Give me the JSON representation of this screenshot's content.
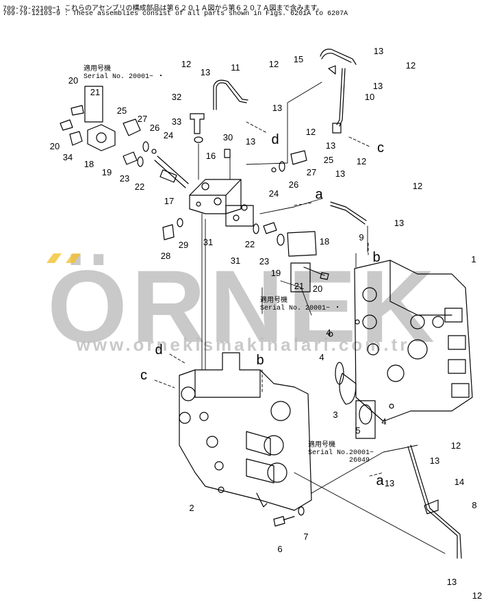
{
  "header": {
    "line1_code": "709-79-22100~1",
    "line1_note": "これらのアセンブリの構成部品は第６２０１Ａ図から第６２０７Ａ図まで含みます。",
    "line2_code": "709-79-12103~9",
    "line2_note": "These assemblies consist of all parts shown in Figs. 6201A to 6207A"
  },
  "serial_notes": [
    {
      "ja": "適用号機",
      "en": "Serial  No.  20001~ ・"
    },
    {
      "ja": "適用号機",
      "en": "Serial  No.  20001~ ・"
    },
    {
      "ja": "適用号機",
      "en": "Serial No.20001~",
      "extra": "26049"
    }
  ],
  "watermark": {
    "logo": "ÖRNEK",
    "url": "www.ornekismakinalari.com.tr",
    "accent": "#f2c230"
  },
  "part_numbers": [
    "1",
    "2",
    "3",
    "4",
    "4",
    "4",
    "5",
    "6",
    "7",
    "8",
    "9",
    "10",
    "11",
    "12",
    "12",
    "12",
    "12",
    "12",
    "12",
    "12",
    "12",
    "13",
    "13",
    "13",
    "13",
    "13",
    "13",
    "13",
    "13",
    "13",
    "13",
    "13",
    "14",
    "15",
    "16",
    "17",
    "18",
    "18",
    "19",
    "19",
    "20",
    "20",
    "20",
    "21",
    "21",
    "22",
    "22",
    "23",
    "23",
    "24",
    "24",
    "25",
    "25",
    "26",
    "26",
    "27",
    "27",
    "28",
    "29",
    "30",
    "31",
    "31",
    "32",
    "33",
    "34"
  ],
  "reference_letters": [
    "a",
    "a",
    "b",
    "b",
    "c",
    "c",
    "d",
    "d"
  ],
  "colors": {
    "line": "#000000",
    "background": "#ffffff"
  }
}
